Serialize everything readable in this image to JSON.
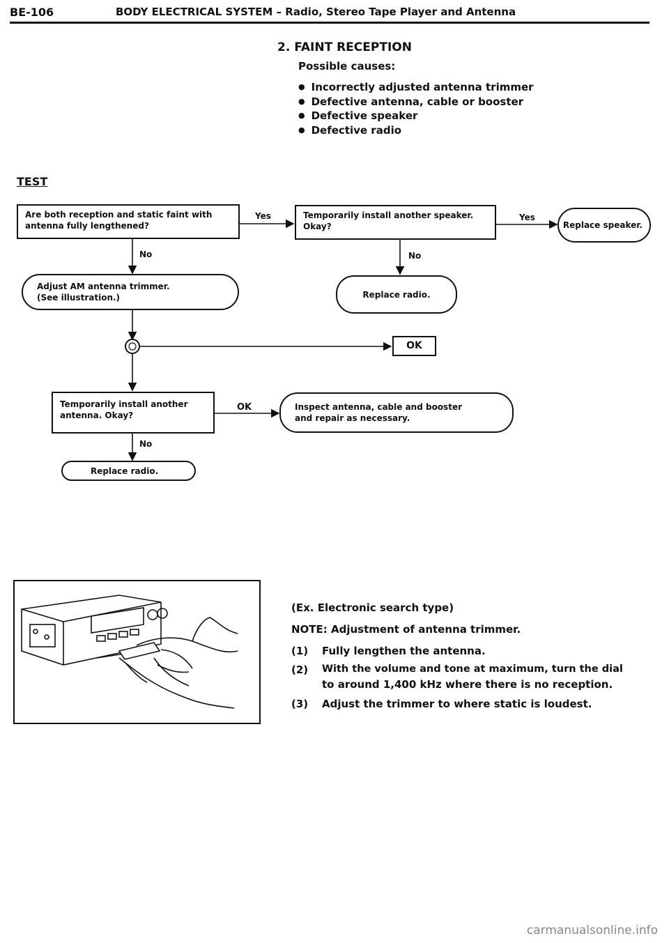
{
  "header": {
    "code": "BE-106",
    "title": "BODY ELECTRICAL SYSTEM – Radio, Stereo Tape Player and Antenna"
  },
  "section": {
    "title": "2.   FAINT RECEPTION",
    "causes_label": "Possible causes:",
    "causes": [
      "Incorrectly adjusted antenna trimmer",
      "Defective antenna, cable or booster",
      "Defective speaker",
      "Defective radio"
    ]
  },
  "test_label": "TEST",
  "flowchart": {
    "q1": [
      "Are both reception and static faint with",
      "antenna fully lengthened?"
    ],
    "q2": [
      "Temporarily install another speaker.",
      "Okay?"
    ],
    "replace_speaker": "Replace speaker.",
    "adjust": [
      "Adjust AM antenna trimmer.",
      "(See illustration.)"
    ],
    "replace_radio_1": "Replace radio.",
    "ok_box": "OK",
    "q3": [
      "Temporarily install another",
      "antenna. Okay?"
    ],
    "inspect": [
      "Inspect antenna, cable and booster",
      "and repair as necessary."
    ],
    "replace_radio_2": "Replace radio.",
    "labels": {
      "yes_1": "Yes",
      "yes_2": "Yes",
      "no_1": "No",
      "no_2": "No",
      "ok": "OK",
      "no_3": "No"
    }
  },
  "note": {
    "line1": "(Ex. Electronic search type)",
    "line2": "NOTE:   Adjustment of antenna trimmer.",
    "step1_num": "(1)",
    "step1": "Fully lengthen the antenna.",
    "step2_num": "(2)",
    "step2a": "With the volume and tone at maximum, turn the dial",
    "step2b": "to around 1,400 kHz where there is no reception.",
    "step3_num": "(3)",
    "step3": "Adjust the trimmer to where static is loudest."
  },
  "watermark": "carmanualsonline.info"
}
